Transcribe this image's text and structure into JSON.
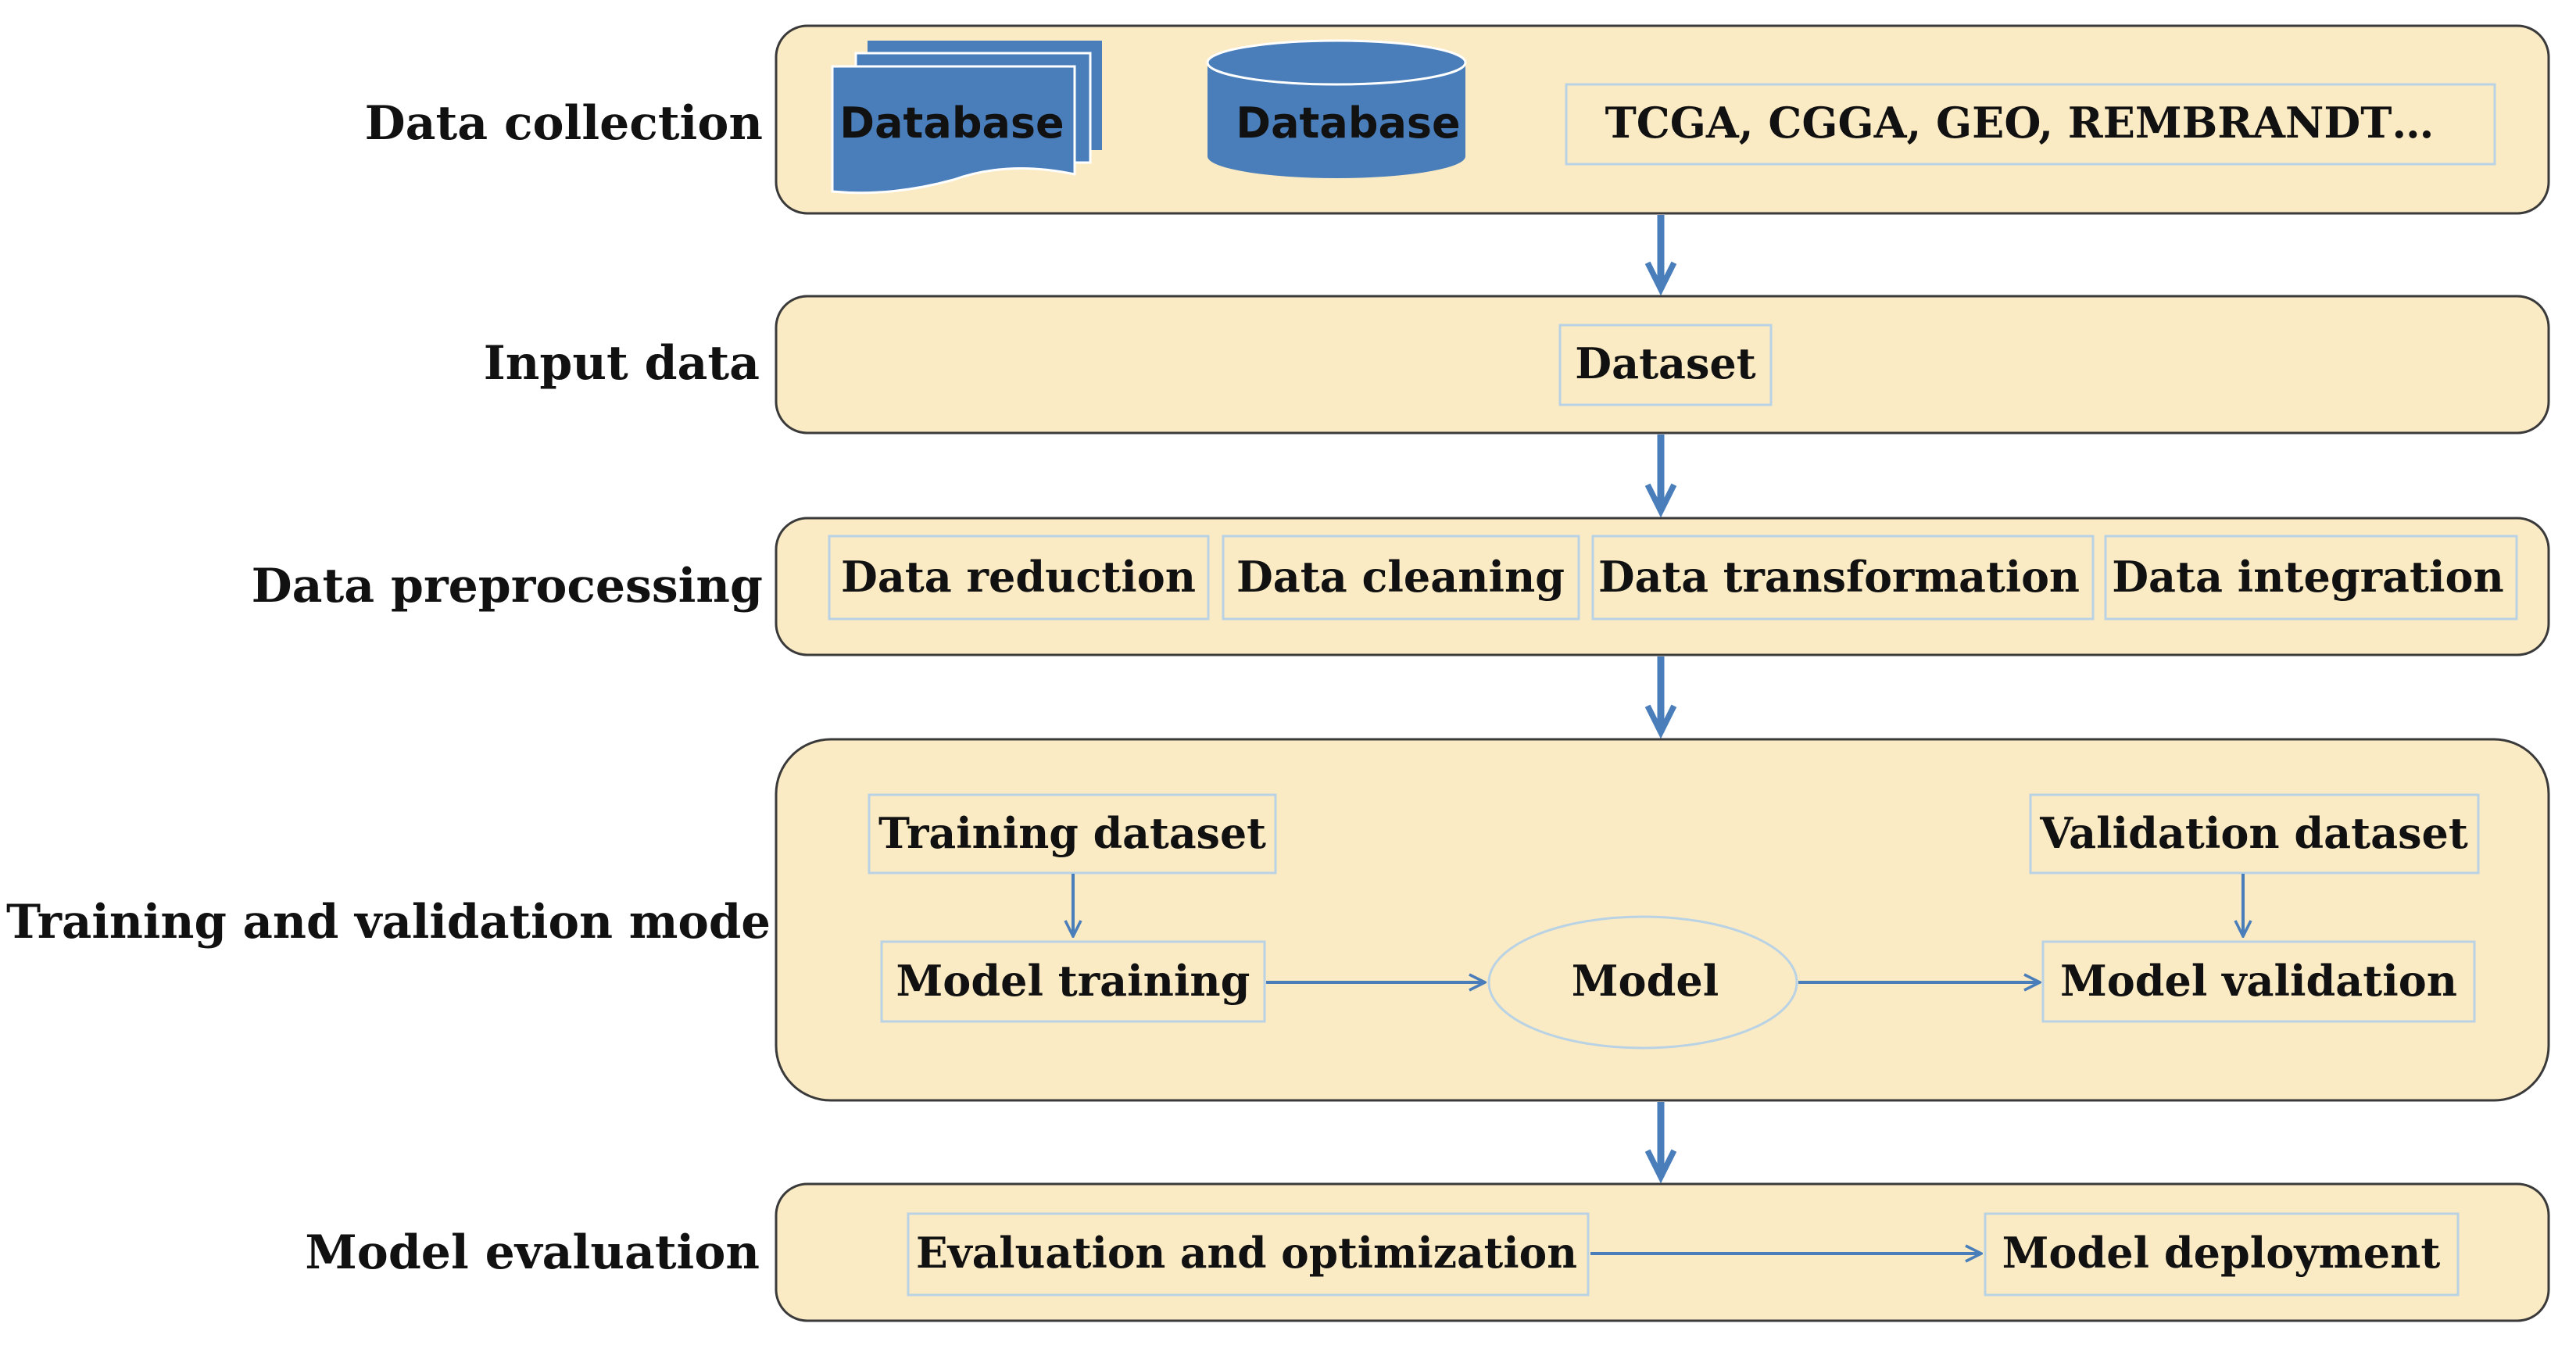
{
  "stages": {
    "collection": "Data collection",
    "input": "Input data",
    "preprocessing": "Data preprocessing",
    "training": "Training and validation mode",
    "evaluation": "Model evaluation"
  },
  "collection": {
    "db_pages": "Database",
    "db_cylinder": "Database",
    "sources": "TCGA, CGGA, GEO, REMBRANDT…"
  },
  "input": {
    "dataset": "Dataset"
  },
  "preprocessing": {
    "reduction": "Data reduction",
    "cleaning": "Data cleaning",
    "transformation": "Data transformation",
    "integration": "Data integration"
  },
  "training": {
    "training_dataset": "Training dataset",
    "model_training": "Model training",
    "model": "Model",
    "validation_dataset": "Validation dataset",
    "model_validation": "Model validation"
  },
  "evaluation": {
    "evaluation_optimization": "Evaluation and optimization",
    "deployment": "Model deployment"
  },
  "colors": {
    "panel_fill": "#fbebc4",
    "database_blue": "#4a7ebb",
    "inner_border": "#b9d2e4",
    "arrow": "#4a7ebb"
  }
}
